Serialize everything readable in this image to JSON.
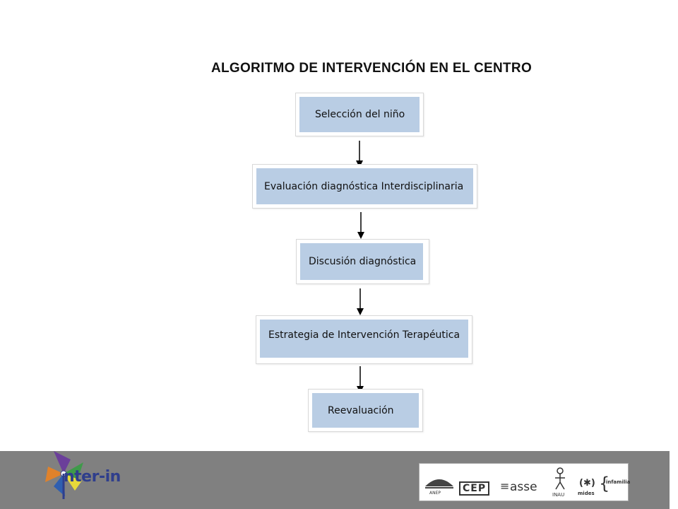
{
  "title": "ALGORITMO DE INTERVENCIÓN EN EL CENTRO",
  "steps": [
    "Selección del niño",
    "Evaluación  diagnóstica  Interdisciplinaria",
    "Discusión diagnóstica",
    "Estrategia de Intervención  Terapéutica",
    "Reevaluación"
  ],
  "logo": {
    "name": "pinwheel-logo",
    "text": "nter-in"
  },
  "partners": [
    {
      "name": "anep",
      "label": "ANEP"
    },
    {
      "name": "cep",
      "label": "CEP"
    },
    {
      "name": "asse",
      "label": "asse"
    },
    {
      "name": "inau",
      "label": "INAU"
    },
    {
      "name": "mides",
      "label": "mides"
    },
    {
      "name": "infamilia",
      "label": "infamilia"
    }
  ]
}
